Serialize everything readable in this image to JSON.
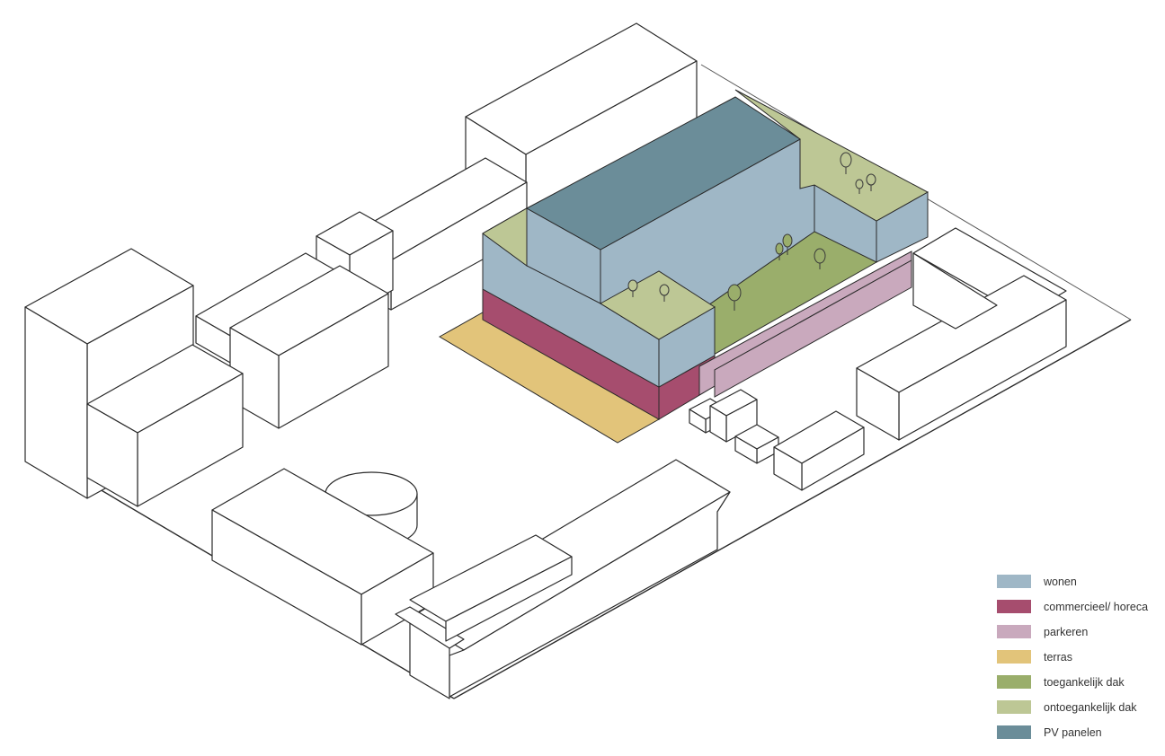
{
  "legend": {
    "items": [
      {
        "label": "wonen",
        "color": "#9fb7c6"
      },
      {
        "label": "commercieel/ horeca",
        "color": "#a64d6e"
      },
      {
        "label": "parkeren",
        "color": "#c9a9bd"
      },
      {
        "label": "terras",
        "color": "#e2c47a"
      },
      {
        "label": "toegankelijk dak",
        "color": "#9aae6b"
      },
      {
        "label": "ontoegankelijk dak",
        "color": "#bdc795"
      },
      {
        "label": "PV panelen",
        "color": "#6b8d99"
      }
    ]
  },
  "colors": {
    "outline": "#2a2a2a",
    "background": "#ffffff",
    "context_fill": "#ffffff"
  }
}
